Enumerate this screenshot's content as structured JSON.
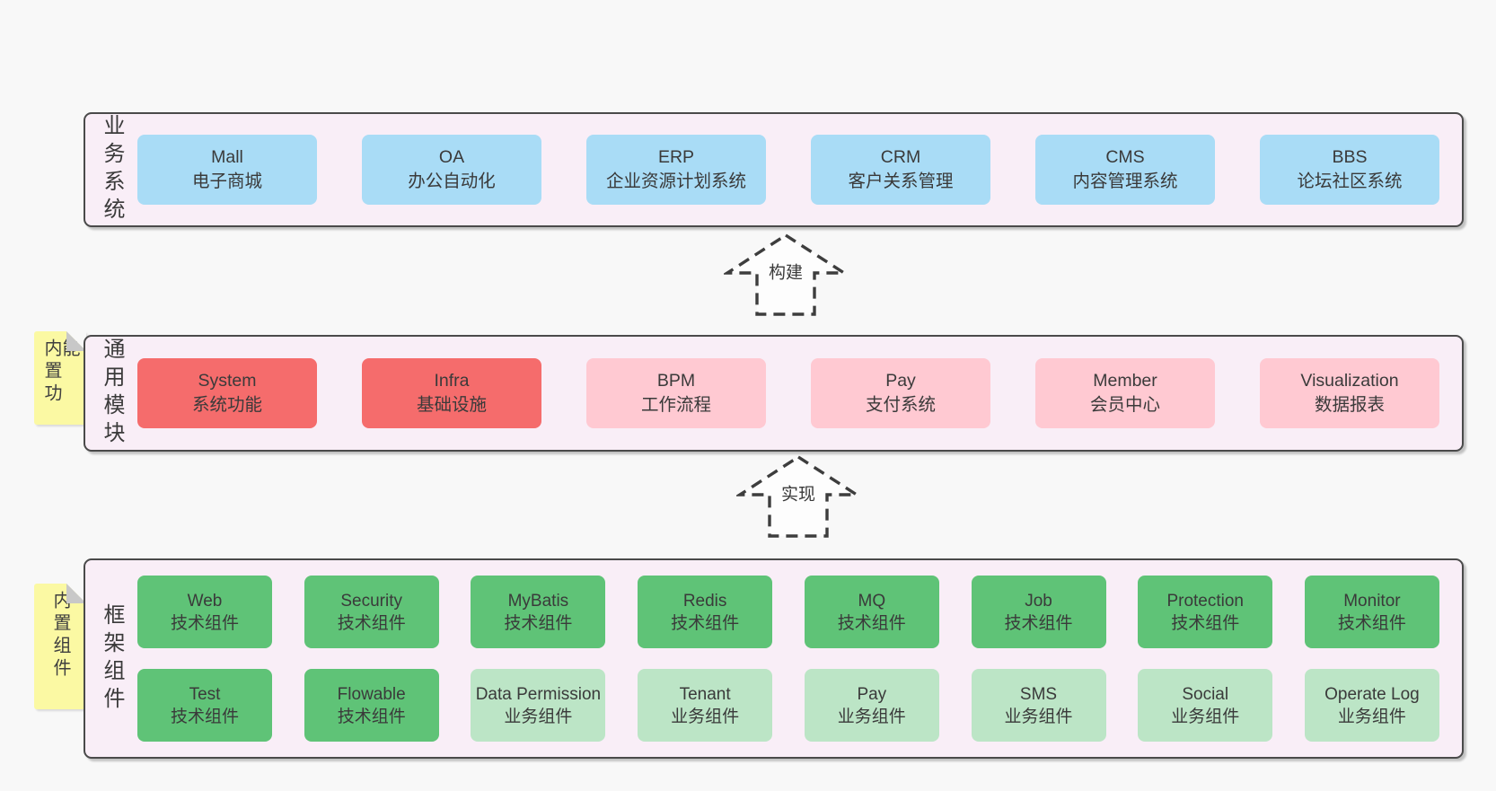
{
  "colors": {
    "page_bg": "#f8f8f8",
    "section_bg": "#f9eef7",
    "section_border": "#4a4a4a",
    "blue": "#a9dcf6",
    "red": "#f56c6c",
    "pink": "#ffc9d2",
    "green": "#5fc377",
    "lightgreen": "#bce5c6",
    "note_yellow": "#fbf9a3",
    "note_fold": "#c8c8c8",
    "text": "#3a3a3a",
    "arrow_fill": "#fdfdfd",
    "arrow_stroke": "#3d3d3d"
  },
  "sections": [
    {
      "label": "业务系统",
      "rows": [
        [
          {
            "name": "Mall",
            "desc": "电子商城",
            "type": "blue"
          },
          {
            "name": "OA",
            "desc": "办公自动化",
            "type": "blue"
          },
          {
            "name": "ERP",
            "desc": "企业资源计划系统",
            "type": "blue"
          },
          {
            "name": "CRM",
            "desc": "客户关系管理",
            "type": "blue"
          },
          {
            "name": "CMS",
            "desc": "内容管理系统",
            "type": "blue"
          },
          {
            "name": "BBS",
            "desc": "论坛社区系统",
            "type": "blue"
          }
        ]
      ]
    },
    {
      "label": "通用模块",
      "note": "内置功能",
      "rows": [
        [
          {
            "name": "System",
            "desc": "系统功能",
            "type": "red"
          },
          {
            "name": "Infra",
            "desc": "基础设施",
            "type": "red"
          },
          {
            "name": "BPM",
            "desc": "工作流程",
            "type": "pink"
          },
          {
            "name": "Pay",
            "desc": "支付系统",
            "type": "pink"
          },
          {
            "name": "Member",
            "desc": "会员中心",
            "type": "pink"
          },
          {
            "name": "Visualization",
            "desc": "数据报表",
            "type": "pink"
          }
        ]
      ]
    },
    {
      "label": "框架组件",
      "note": "内置组件",
      "rows": [
        [
          {
            "name": "Web",
            "desc": "技术组件",
            "type": "green"
          },
          {
            "name": "Security",
            "desc": "技术组件",
            "type": "green"
          },
          {
            "name": "MyBatis",
            "desc": "技术组件",
            "type": "green"
          },
          {
            "name": "Redis",
            "desc": "技术组件",
            "type": "green"
          },
          {
            "name": "MQ",
            "desc": "技术组件",
            "type": "green"
          },
          {
            "name": "Job",
            "desc": "技术组件",
            "type": "green"
          },
          {
            "name": "Protection",
            "desc": "技术组件",
            "type": "green"
          },
          {
            "name": "Monitor",
            "desc": "技术组件",
            "type": "green"
          }
        ],
        [
          {
            "name": "Test",
            "desc": "技术组件",
            "type": "green"
          },
          {
            "name": "Flowable",
            "desc": "技术组件",
            "type": "green"
          },
          {
            "name": "Data Permission",
            "desc": "业务组件",
            "type": "lightgreen"
          },
          {
            "name": "Tenant",
            "desc": "业务组件",
            "type": "lightgreen"
          },
          {
            "name": "Pay",
            "desc": "业务组件",
            "type": "lightgreen"
          },
          {
            "name": "SMS",
            "desc": "业务组件",
            "type": "lightgreen"
          },
          {
            "name": "Social",
            "desc": "业务组件",
            "type": "lightgreen"
          },
          {
            "name": "Operate Log",
            "desc": "业务组件",
            "type": "lightgreen"
          }
        ]
      ]
    }
  ],
  "arrows": [
    {
      "label": "构建"
    },
    {
      "label": "实现"
    }
  ]
}
